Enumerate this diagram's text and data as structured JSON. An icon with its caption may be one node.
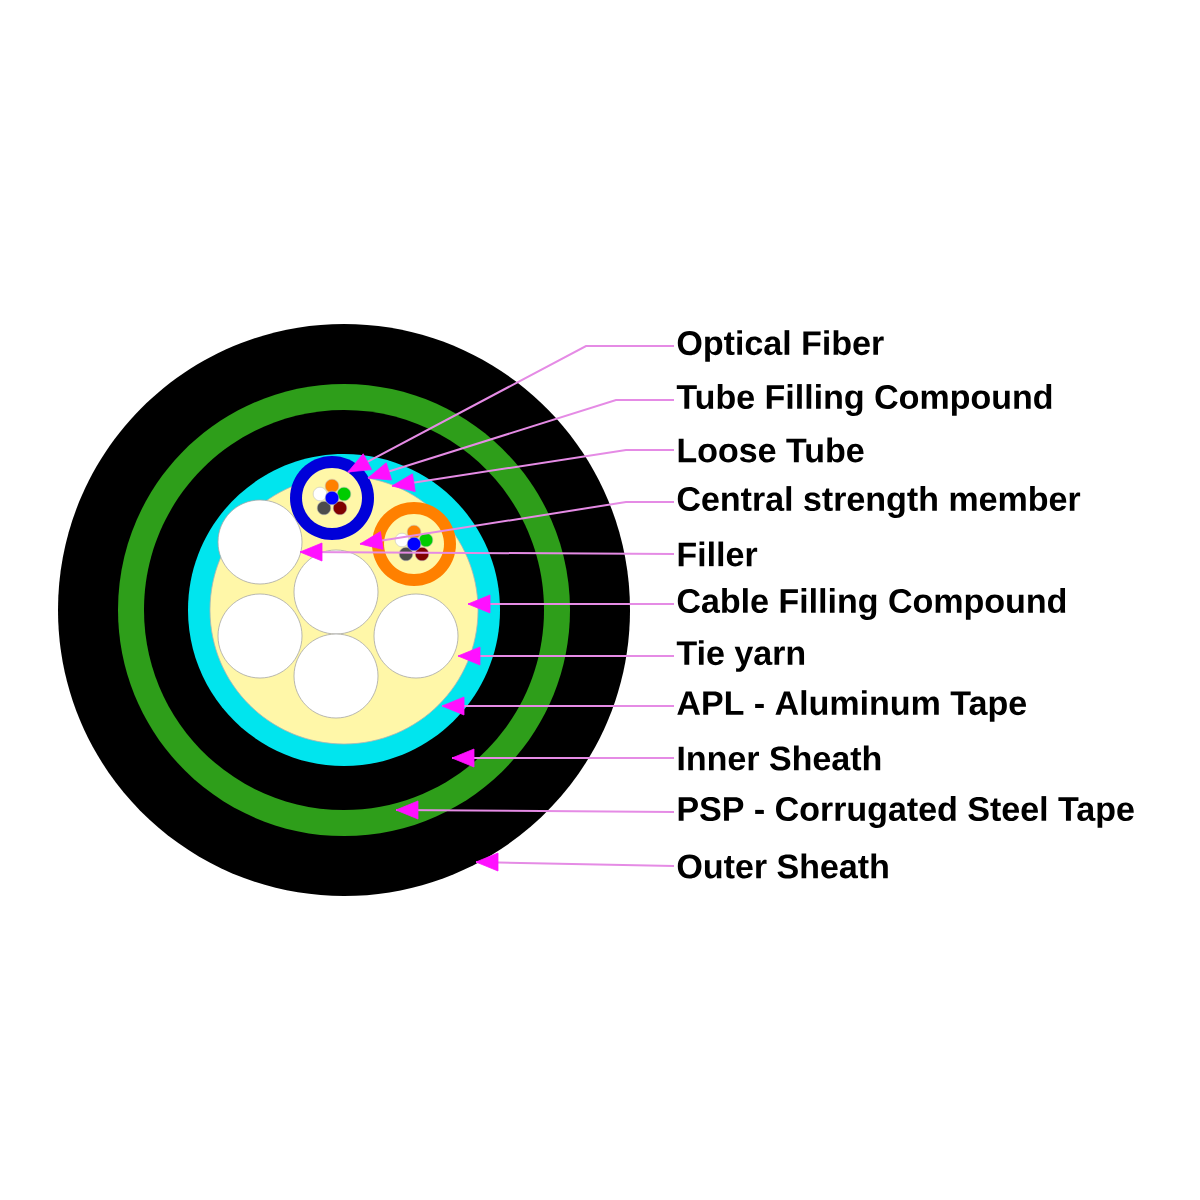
{
  "diagram": {
    "nodes": [
      {
        "text": [
          "Optical Fiber"
        ]
      },
      {
        "text": [
          "Tube Filling Compound"
        ]
      },
      {
        "text": [
          "Loose Tube"
        ]
      },
      {
        "text": [
          "Central strength member"
        ]
      },
      {
        "text": [
          "Filler"
        ]
      },
      {
        "text": [
          "Cable Filling Compound"
        ]
      },
      {
        "text": [
          "Tie yarn"
        ]
      },
      {
        "text": [
          "APL - Aluminum Tape"
        ]
      },
      {
        "text": [
          "Inner Sheath"
        ]
      },
      {
        "text": [
          "PSP - Corrugated Steel Tape"
        ]
      },
      {
        "text": [
          "Outer Sheath"
        ]
      }
    ],
    "edges": [
      {
        "from": 0,
        "to": null,
        "arrow": "to"
      },
      {
        "from": 1,
        "to": null,
        "arrow": "to"
      },
      {
        "from": 2,
        "to": null,
        "arrow": "to"
      },
      {
        "from": 3,
        "to": null,
        "arrow": "to"
      },
      {
        "from": 4,
        "to": null,
        "arrow": "to"
      },
      {
        "from": 5,
        "to": null,
        "arrow": "to"
      },
      {
        "from": 6,
        "to": null,
        "arrow": "to"
      },
      {
        "from": 7,
        "to": null,
        "arrow": "to"
      },
      {
        "from": 8,
        "to": null,
        "arrow": "to"
      },
      {
        "from": 9,
        "to": null,
        "arrow": "to"
      },
      {
        "from": 10,
        "to": null,
        "arrow": "to"
      }
    ]
  }
}
